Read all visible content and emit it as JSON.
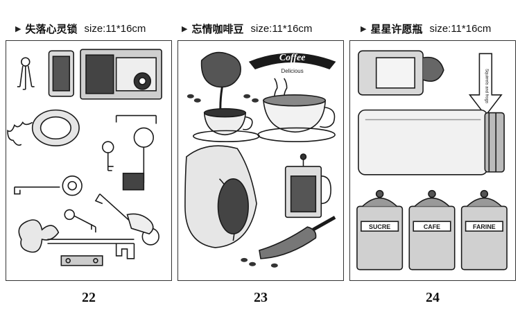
{
  "items": [
    {
      "name": "失落心灵锁",
      "size": "size:11*16cm",
      "number": "22",
      "coffee_logo": "",
      "coffee_sub": "",
      "jar_labels": []
    },
    {
      "name": "忘情咖啡豆",
      "size": "size:11*16cm",
      "number": "23",
      "coffee_logo": "Coffee",
      "coffee_sub": "Delicious",
      "jar_labels": []
    },
    {
      "name": "星星许愿瓶",
      "size": "size:11*16cm",
      "number": "24",
      "coffee_logo": "",
      "coffee_sub": "",
      "jar_labels": [
        "SUCRE",
        "CAFE",
        "FARINE"
      ],
      "arrow_text": "Squirrels and frogs"
    }
  ],
  "colors": {
    "ink": "#1a1a1a",
    "border": "#333333",
    "background": "#ffffff"
  },
  "icons": [
    "triangle-bullet-icon",
    "padlock-icon",
    "key-icon",
    "coffee-cup-icon",
    "french-press-icon",
    "coffee-sack-icon",
    "glass-jar-icon",
    "canister-icon",
    "down-arrow-icon"
  ]
}
